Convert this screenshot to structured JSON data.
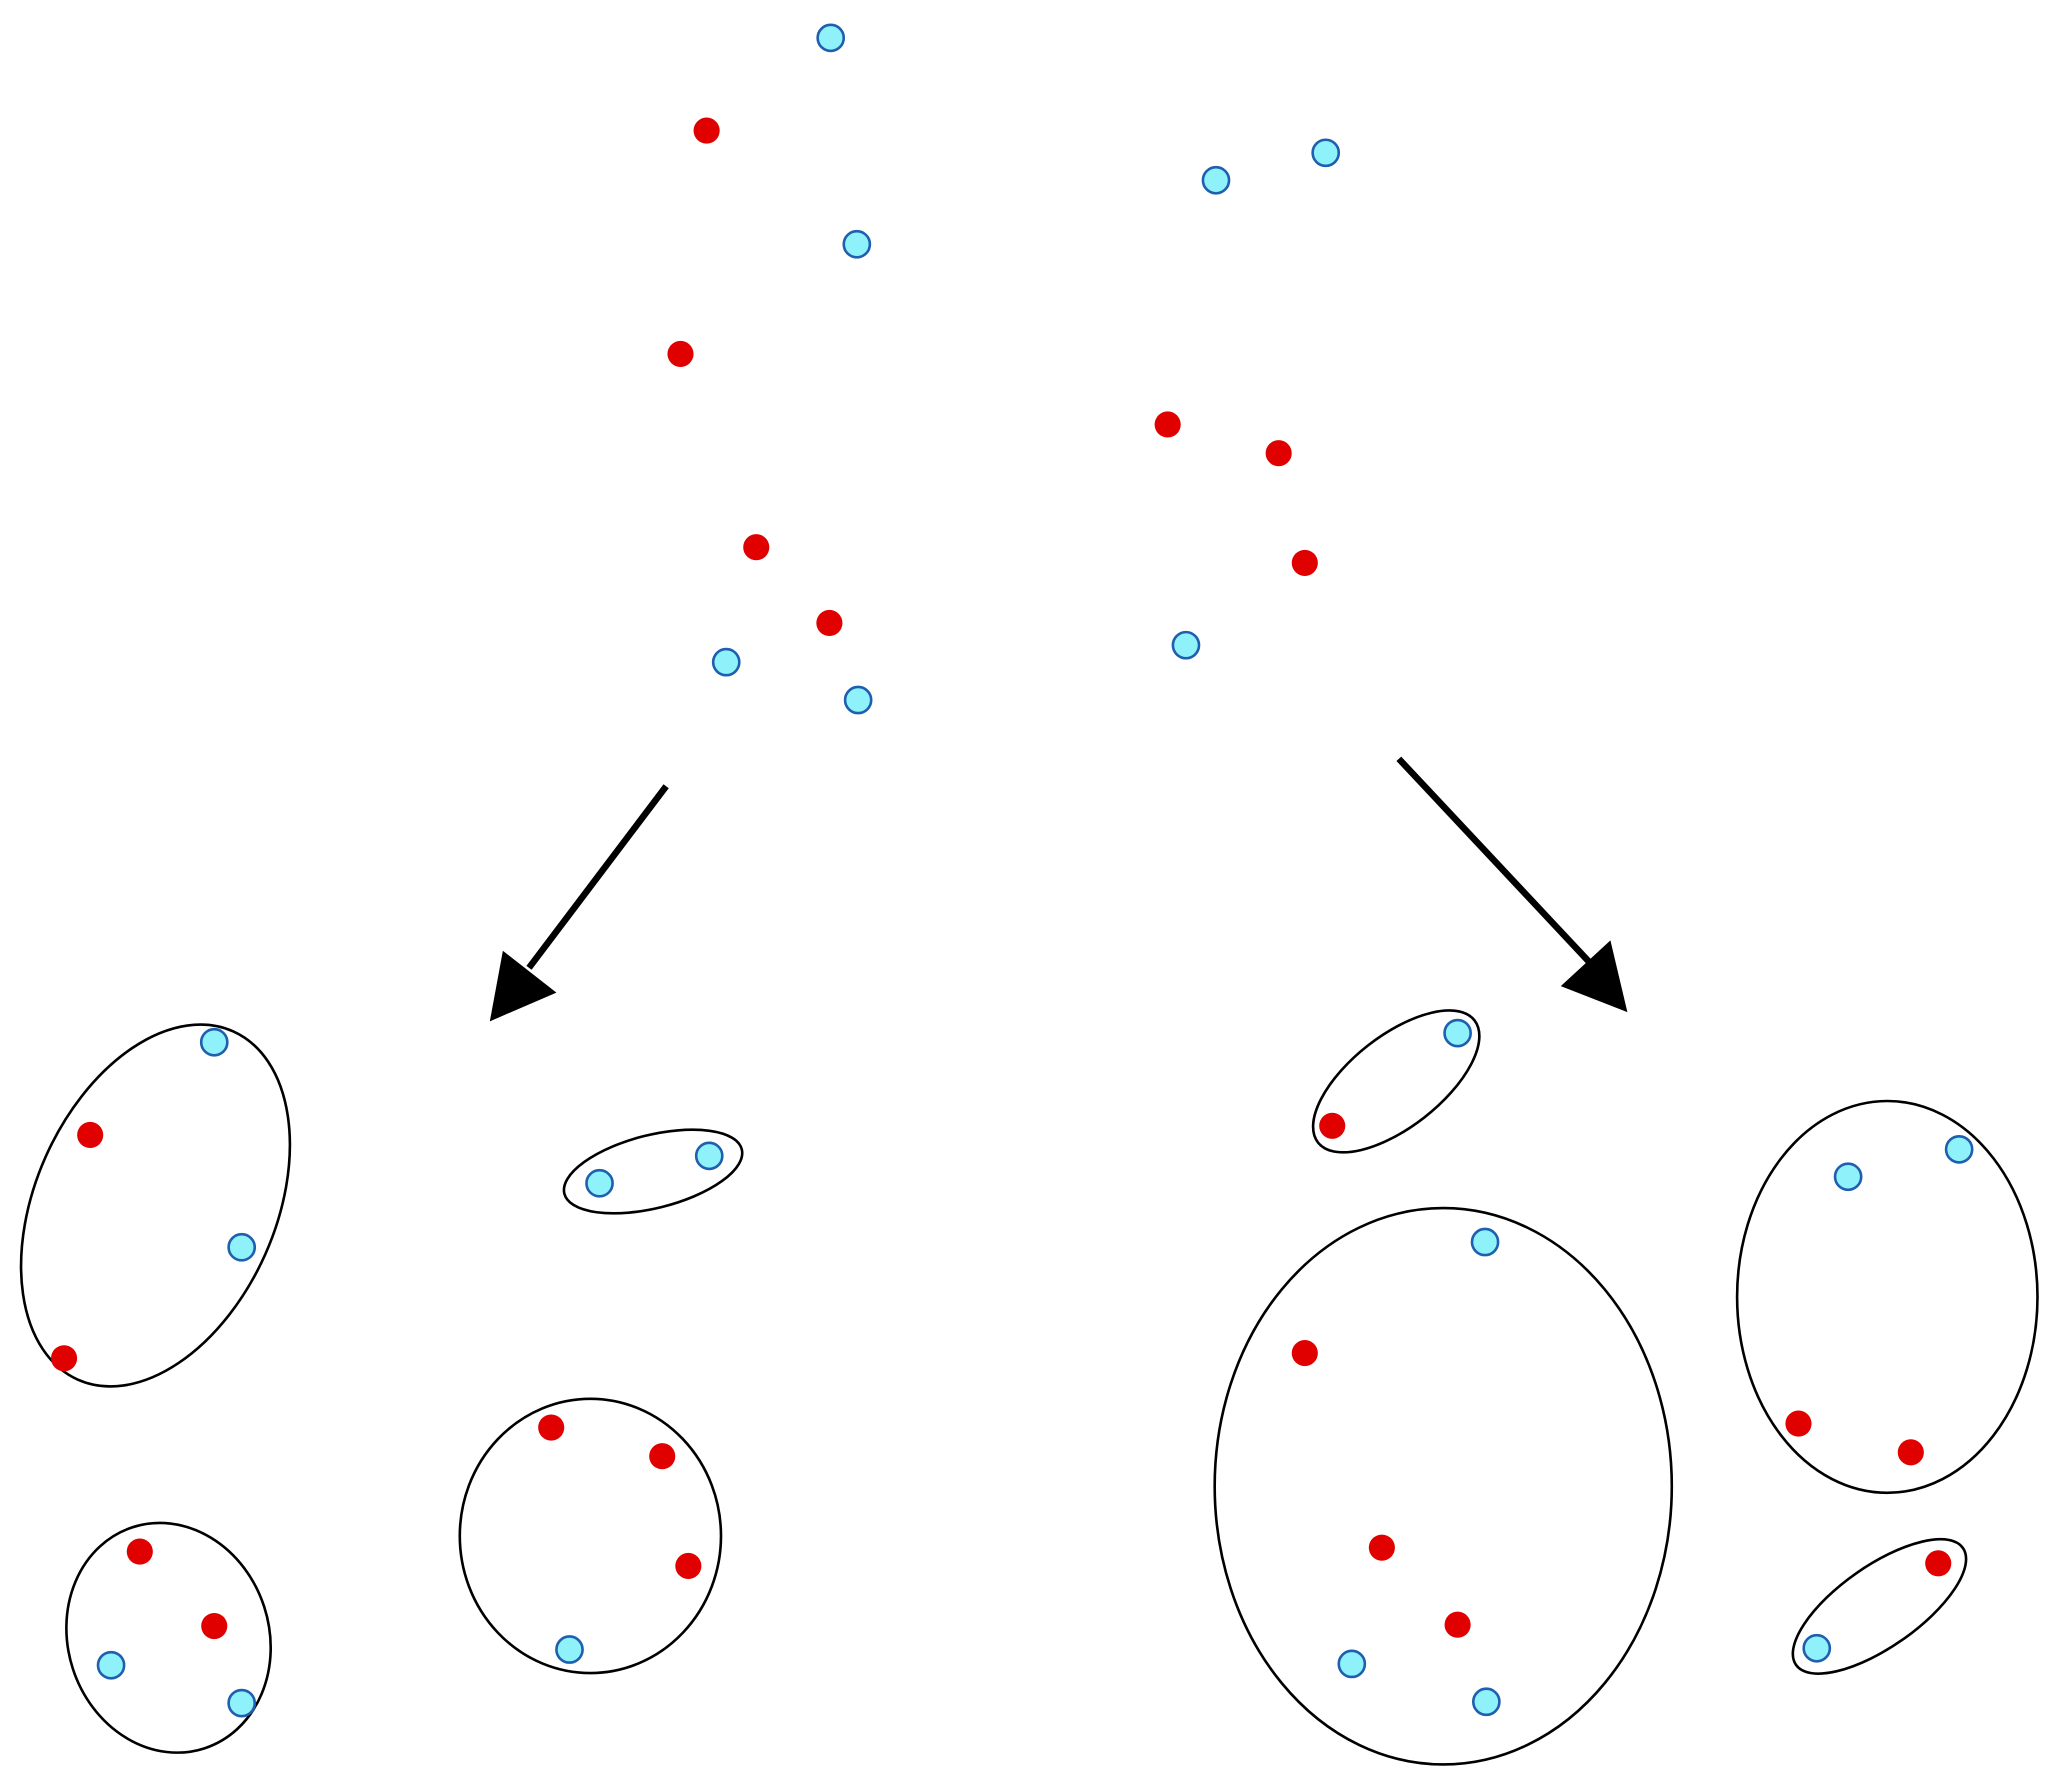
{
  "colors": {
    "class_a_fill": "#e00000",
    "class_b_fill": "#8ff2fa",
    "class_b_stroke": "#1f5fb0",
    "outline": "#000000",
    "background": "#ffffff"
  },
  "diagram": {
    "top_point_cloud": {
      "red_points": 7,
      "cyan_points": 7
    },
    "arrows": [
      "left-down",
      "right-down"
    ],
    "left_partition": {
      "cluster_count": 4
    },
    "right_partition": {
      "cluster_count": 4
    }
  }
}
